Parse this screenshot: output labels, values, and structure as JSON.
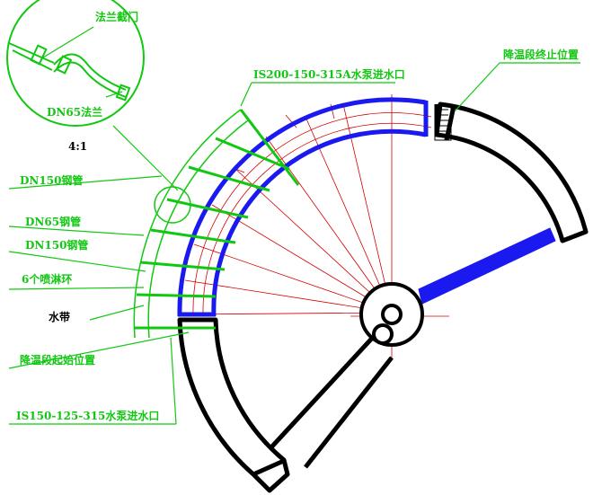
{
  "labels": {
    "flange_valve": "法兰截门",
    "dn65_flange": "DN65法兰",
    "scale": "4:1",
    "dn150_pipe_1": "DN150钢管",
    "dn65_pipe": "DN65钢管",
    "dn150_pipe_2": "DN150钢管",
    "nozzle_rings": "6个喷淋环",
    "water_belt": "水带",
    "cooling_start": "降温段起始位置",
    "pump_inlet_small": "IS150-125-315水泵进水口",
    "pump_inlet_large": "IS200-150-315A水泵进水口",
    "cooling_end": "降温段终止位置"
  },
  "colors": {
    "leader": "#11c811",
    "pipe_blue": "#1a1af0",
    "structure": "#000000",
    "center_lines": "#d40000"
  }
}
